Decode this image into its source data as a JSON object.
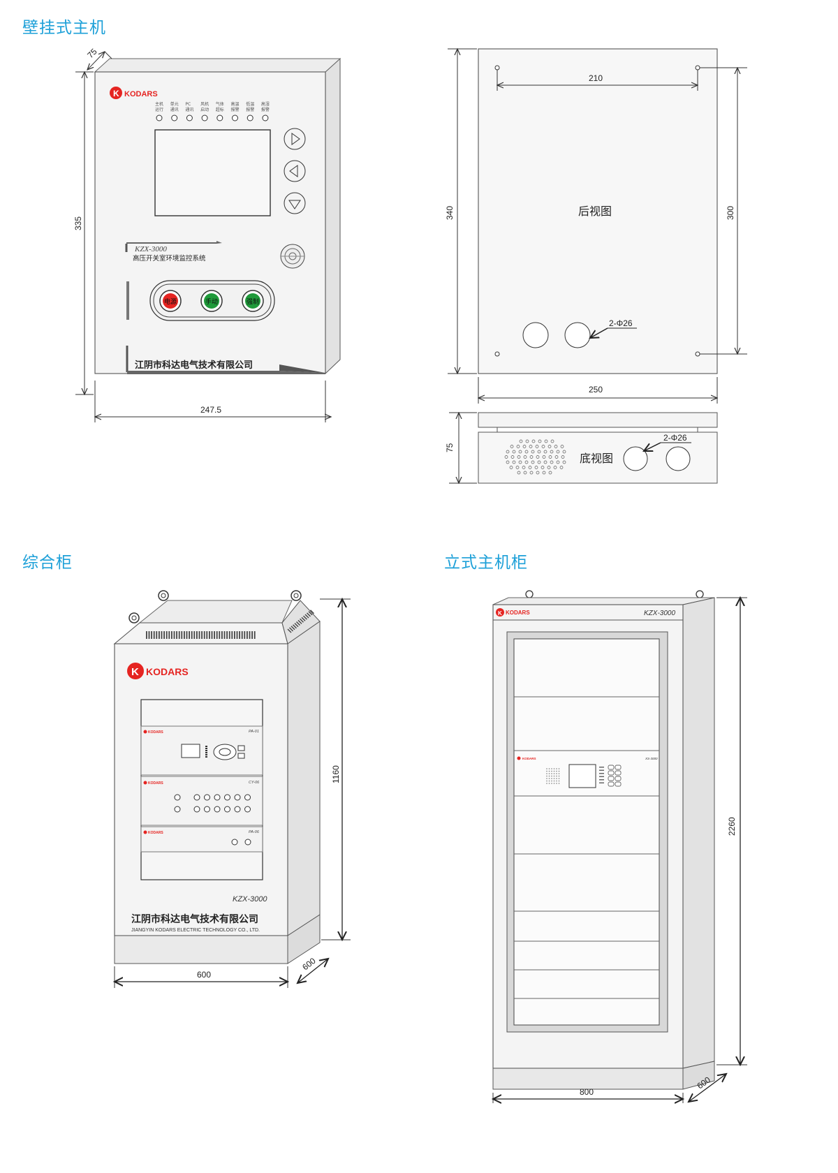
{
  "sections": {
    "wall": "壁挂式主机",
    "combo": "综合柜",
    "standing": "立式主机柜"
  },
  "brand": {
    "name": "KODARS",
    "company_cn": "江阴市科达电气技术有限公司",
    "company_en": "JIANGYIN KODARS ELECTRIC TECHNOLOGY CO., LTD.",
    "model": "KZX-3000",
    "system_name": "高压开关室环境监控系统",
    "accent_color": "#e52421",
    "title_color": "#1da0d8"
  },
  "wall_unit": {
    "leds": [
      "主机运行",
      "单元通讯",
      "PC通讯",
      "风机启动",
      "气体超标",
      "高温报警",
      "低温报警",
      "高湿报警"
    ],
    "buttons": [
      {
        "label": "电源",
        "color": "#e52421"
      },
      {
        "label": "手动",
        "color": "#1f9a3a"
      },
      {
        "label": "强制",
        "color": "#1f9a3a"
      }
    ],
    "dims": {
      "width": "247.5",
      "height": "335",
      "depth": "75"
    }
  },
  "rear_view": {
    "label": "后视图",
    "dims": {
      "width": "250",
      "height": "340",
      "hole_span": "210",
      "hole_height": "300",
      "holes": "2-Φ26"
    }
  },
  "bottom_view": {
    "label": "底视图",
    "dims": {
      "depth": "75",
      "holes": "2-Φ26"
    }
  },
  "combo_cabinet": {
    "modules": [
      "PA-01",
      "CY-06",
      "PA-06"
    ],
    "dims": {
      "width": "600",
      "height": "1160",
      "depth": "600"
    }
  },
  "standing_cabinet": {
    "module": "XS-3000",
    "dims": {
      "width": "800",
      "height": "2260",
      "depth": "600"
    }
  }
}
